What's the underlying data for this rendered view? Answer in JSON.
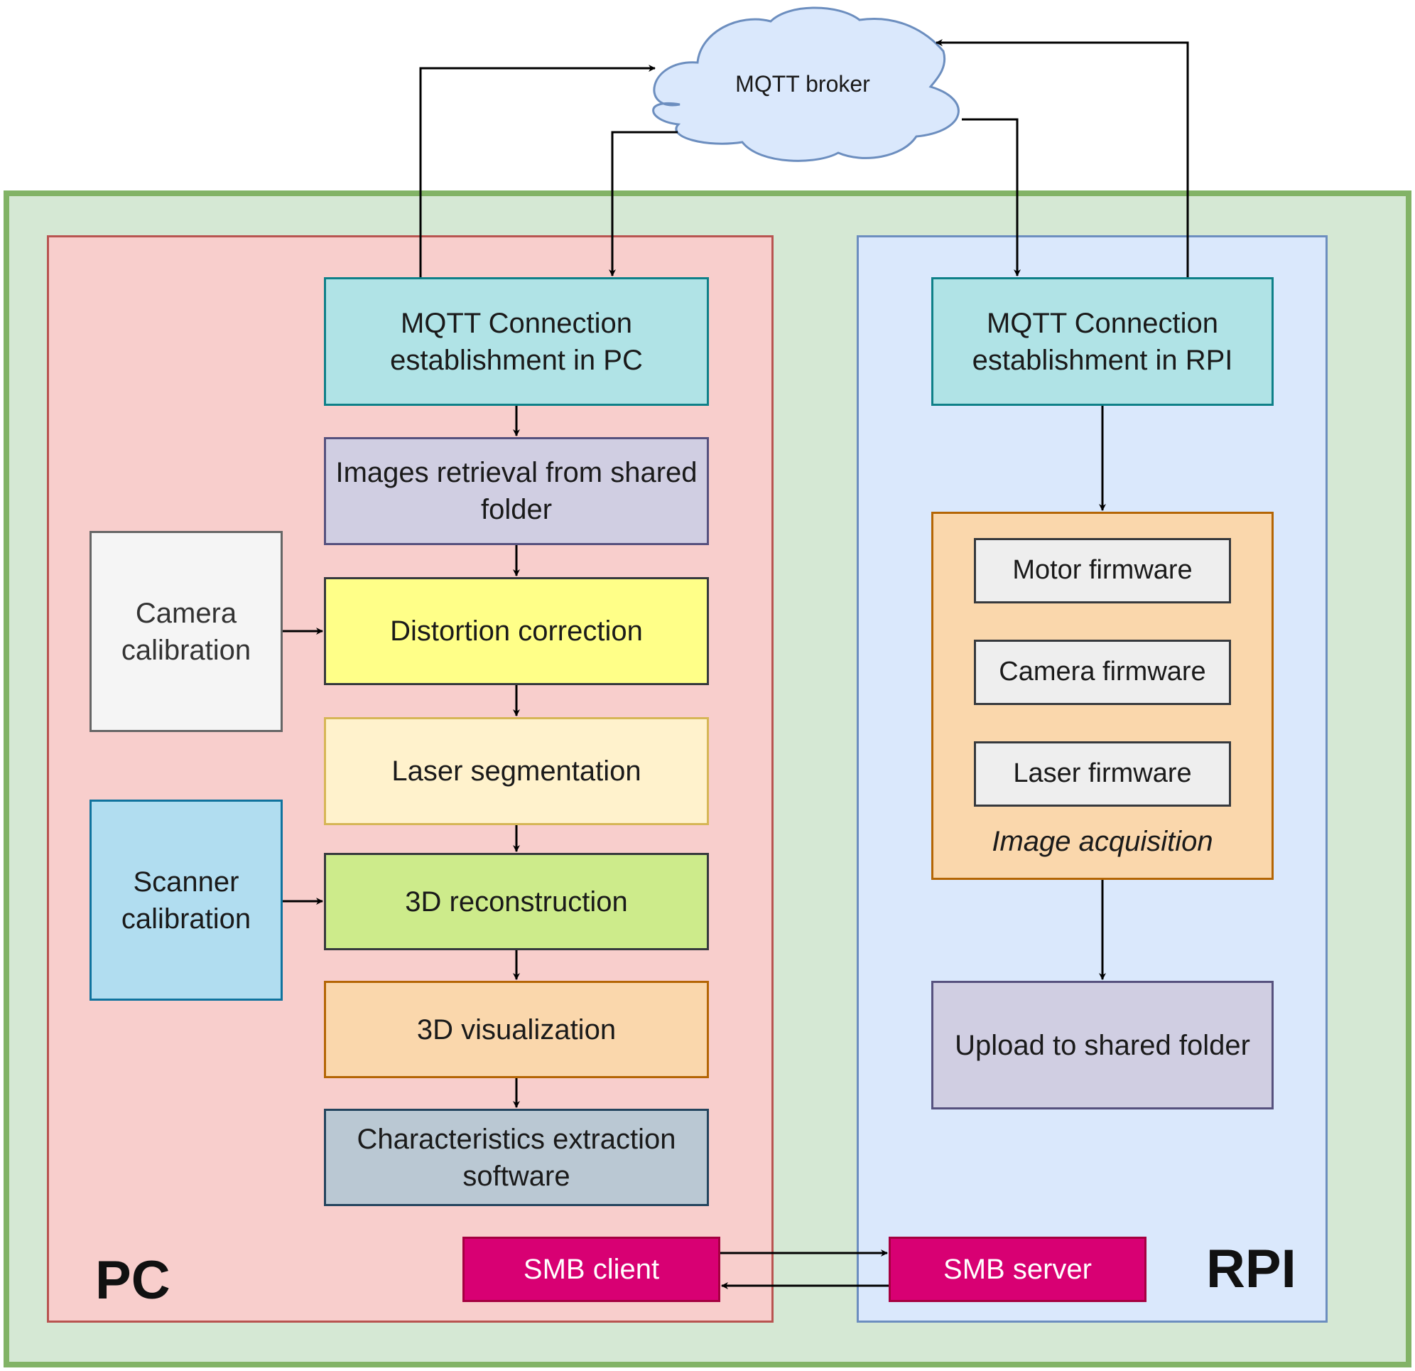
{
  "broker": {
    "label": "MQTT broker"
  },
  "pc": {
    "label": "PC",
    "mqtt": "MQTT Connection establishment in PC",
    "images_retrieval": "Images retrieval from shared folder",
    "distortion": "Distortion correction",
    "laser_seg": "Laser segmentation",
    "reconstruction": "3D reconstruction",
    "visualization": "3D visualization",
    "characteristics": "Characteristics extraction software",
    "camera_cal": "Camera calibration",
    "scanner_cal": "Scanner calibration",
    "smb": "SMB client"
  },
  "rpi": {
    "label": "RPI",
    "mqtt": "MQTT Connection establishment in RPI",
    "motor_fw": "Motor firmware",
    "camera_fw": "Camera firmware",
    "laser_fw": "Laser firmware",
    "acquisition": "Image acquisition",
    "upload": "Upload to shared folder",
    "smb": "SMB server"
  },
  "colors": {
    "outer_fill": "#d5e8d4",
    "outer_stroke": "#82b366",
    "pc_fill": "#f8cecc",
    "pc_stroke": "#b85450",
    "rpi_fill": "#dae8fc",
    "rpi_stroke": "#6c8ebf",
    "mqtt_fill": "#b0e3e6",
    "mqtt_stroke": "#0e8088",
    "purple_fill": "#d0cee2",
    "purple_stroke": "#56517e",
    "yellow_fill": "#ffff88",
    "yellow_stroke": "#36393d",
    "cream_fill": "#fff2cc",
    "cream_stroke": "#d6b656",
    "green_fill": "#cdeb8b",
    "green_stroke": "#36393d",
    "orange_fill": "#fad7ac",
    "orange_stroke": "#b46504",
    "grey_fill": "#bac8d3",
    "grey_stroke": "#23445d",
    "white_fill": "#f5f5f5",
    "white_stroke": "#666666",
    "blue_fill": "#b1ddf0",
    "blue_stroke": "#10739e",
    "fw_fill": "#eeeeee",
    "fw_stroke": "#36393d",
    "smb_fill": "#d80073",
    "smb_stroke": "#a50040",
    "cloud_fill": "#dae8fc",
    "cloud_stroke": "#6c8ebf"
  }
}
